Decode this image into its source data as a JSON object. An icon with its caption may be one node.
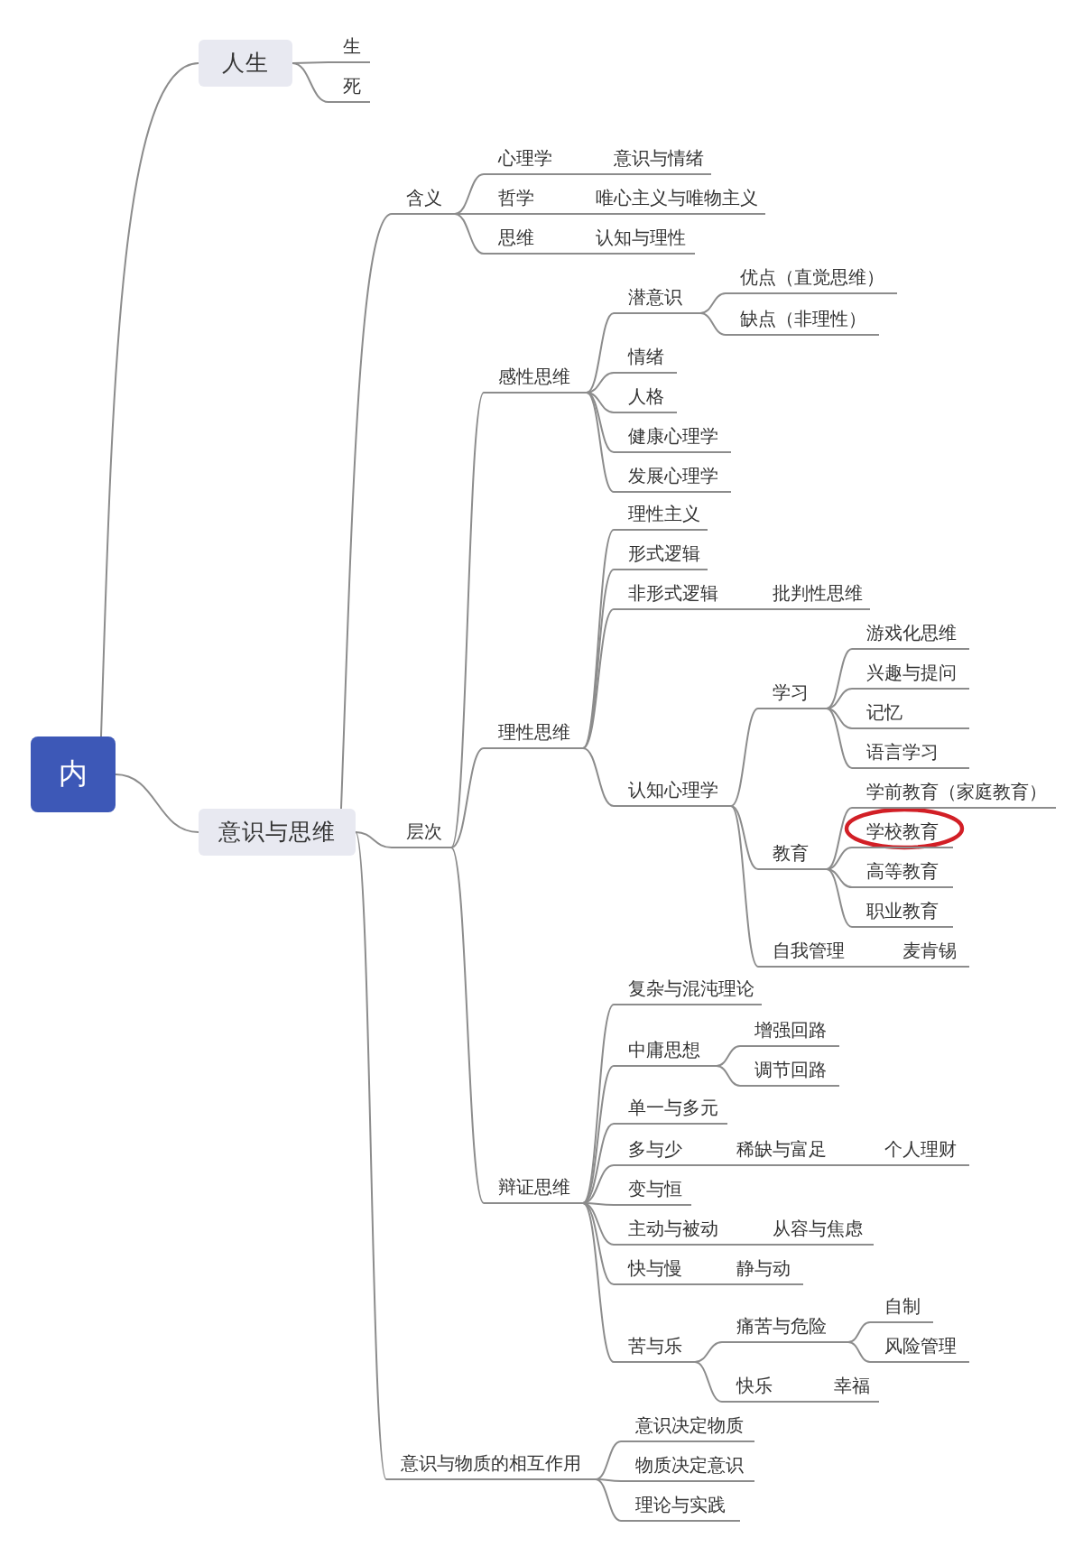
{
  "diagram": {
    "nodes": [
      {
        "text": [
          "内"
        ]
      },
      {
        "text": [
          "人生"
        ]
      },
      {
        "text": [
          "生"
        ]
      },
      {
        "text": [
          "死"
        ]
      },
      {
        "text": [
          "意识与思维"
        ]
      },
      {
        "text": [
          "含义"
        ]
      },
      {
        "text": [
          "心理学"
        ]
      },
      {
        "text": [
          "意识与情绪"
        ]
      },
      {
        "text": [
          "哲学"
        ]
      },
      {
        "text": [
          "唯心主义与唯物主义"
        ]
      },
      {
        "text": [
          "思维"
        ]
      },
      {
        "text": [
          "认知与理性"
        ]
      },
      {
        "text": [
          "层次"
        ]
      },
      {
        "text": [
          "感性思维"
        ]
      },
      {
        "text": [
          "潜意识"
        ]
      },
      {
        "text": [
          "优点（直觉思维）"
        ]
      },
      {
        "text": [
          "缺点（非理性）"
        ]
      },
      {
        "text": [
          "情绪"
        ]
      },
      {
        "text": [
          "人格"
        ]
      },
      {
        "text": [
          "健康心理学"
        ]
      },
      {
        "text": [
          "发展心理学"
        ]
      },
      {
        "text": [
          "理性思维"
        ]
      },
      {
        "text": [
          "理性主义"
        ]
      },
      {
        "text": [
          "形式逻辑"
        ]
      },
      {
        "text": [
          "非形式逻辑"
        ]
      },
      {
        "text": [
          "批判性思维"
        ]
      },
      {
        "text": [
          "认知心理学"
        ]
      },
      {
        "text": [
          "学习"
        ]
      },
      {
        "text": [
          "游戏化思维"
        ]
      },
      {
        "text": [
          "兴趣与提问"
        ]
      },
      {
        "text": [
          "记忆"
        ]
      },
      {
        "text": [
          "语言学习"
        ]
      },
      {
        "text": [
          "教育"
        ]
      },
      {
        "text": [
          "学前教育（家庭教育）"
        ]
      },
      {
        "text": [
          "学校教育"
        ]
      },
      {
        "text": [
          "高等教育"
        ]
      },
      {
        "text": [
          "职业教育"
        ]
      },
      {
        "text": [
          "自我管理"
        ]
      },
      {
        "text": [
          "麦肯锡"
        ]
      },
      {
        "text": [
          "辩证思维"
        ]
      },
      {
        "text": [
          "复杂与混沌理论"
        ]
      },
      {
        "text": [
          "中庸思想"
        ]
      },
      {
        "text": [
          "增强回路"
        ]
      },
      {
        "text": [
          "调节回路"
        ]
      },
      {
        "text": [
          "单一与多元"
        ]
      },
      {
        "text": [
          "多与少"
        ]
      },
      {
        "text": [
          "稀缺与富足"
        ]
      },
      {
        "text": [
          "个人理财"
        ]
      },
      {
        "text": [
          "变与恒"
        ]
      },
      {
        "text": [
          "主动与被动"
        ]
      },
      {
        "text": [
          "从容与焦虑"
        ]
      },
      {
        "text": [
          "快与慢"
        ]
      },
      {
        "text": [
          "静与动"
        ]
      },
      {
        "text": [
          "苦与乐"
        ]
      },
      {
        "text": [
          "痛苦与危险"
        ]
      },
      {
        "text": [
          "自制"
        ]
      },
      {
        "text": [
          "风险管理"
        ]
      },
      {
        "text": [
          "快乐"
        ]
      },
      {
        "text": [
          "幸福"
        ]
      },
      {
        "text": [
          "意识与物质的相互作用"
        ]
      },
      {
        "text": [
          "意识决定物质"
        ]
      },
      {
        "text": [
          "物质决定意识"
        ]
      },
      {
        "text": [
          "理论与实践"
        ]
      }
    ],
    "edges": [
      {
        "from": 0,
        "to": 1,
        "arrow": "none"
      },
      {
        "from": 0,
        "to": 4,
        "arrow": "none"
      },
      {
        "from": 1,
        "to": 2,
        "arrow": "none"
      },
      {
        "from": 1,
        "to": 3,
        "arrow": "none"
      },
      {
        "from": 4,
        "to": 5,
        "arrow": "none"
      },
      {
        "from": 4,
        "to": 12,
        "arrow": "none"
      },
      {
        "from": 4,
        "to": 59,
        "arrow": "none"
      },
      {
        "from": 5,
        "to": 6,
        "arrow": "none"
      },
      {
        "from": 5,
        "to": 8,
        "arrow": "none"
      },
      {
        "from": 5,
        "to": 10,
        "arrow": "none"
      },
      {
        "from": 6,
        "to": 7,
        "arrow": "none"
      },
      {
        "from": 8,
        "to": 9,
        "arrow": "none"
      },
      {
        "from": 10,
        "to": 11,
        "arrow": "none"
      },
      {
        "from": 12,
        "to": 13,
        "arrow": "none"
      },
      {
        "from": 12,
        "to": 21,
        "arrow": "none"
      },
      {
        "from": 12,
        "to": 39,
        "arrow": "none"
      },
      {
        "from": 13,
        "to": 14,
        "arrow": "none"
      },
      {
        "from": 13,
        "to": 17,
        "arrow": "none"
      },
      {
        "from": 13,
        "to": 18,
        "arrow": "none"
      },
      {
        "from": 13,
        "to": 19,
        "arrow": "none"
      },
      {
        "from": 13,
        "to": 20,
        "arrow": "none"
      },
      {
        "from": 14,
        "to": 15,
        "arrow": "none"
      },
      {
        "from": 14,
        "to": 16,
        "arrow": "none"
      },
      {
        "from": 21,
        "to": 22,
        "arrow": "none"
      },
      {
        "from": 21,
        "to": 23,
        "arrow": "none"
      },
      {
        "from": 21,
        "to": 24,
        "arrow": "none"
      },
      {
        "from": 21,
        "to": 26,
        "arrow": "none"
      },
      {
        "from": 24,
        "to": 25,
        "arrow": "none"
      },
      {
        "from": 26,
        "to": 27,
        "arrow": "none"
      },
      {
        "from": 26,
        "to": 32,
        "arrow": "none"
      },
      {
        "from": 26,
        "to": 37,
        "arrow": "none"
      },
      {
        "from": 27,
        "to": 28,
        "arrow": "none"
      },
      {
        "from": 27,
        "to": 29,
        "arrow": "none"
      },
      {
        "from": 27,
        "to": 30,
        "arrow": "none"
      },
      {
        "from": 27,
        "to": 31,
        "arrow": "none"
      },
      {
        "from": 32,
        "to": 33,
        "arrow": "none"
      },
      {
        "from": 32,
        "to": 34,
        "arrow": "none"
      },
      {
        "from": 32,
        "to": 35,
        "arrow": "none"
      },
      {
        "from": 32,
        "to": 36,
        "arrow": "none"
      },
      {
        "from": 37,
        "to": 38,
        "arrow": "none"
      },
      {
        "from": 39,
        "to": 40,
        "arrow": "none"
      },
      {
        "from": 39,
        "to": 41,
        "arrow": "none"
      },
      {
        "from": 39,
        "to": 44,
        "arrow": "none"
      },
      {
        "from": 39,
        "to": 45,
        "arrow": "none"
      },
      {
        "from": 39,
        "to": 48,
        "arrow": "none"
      },
      {
        "from": 39,
        "to": 49,
        "arrow": "none"
      },
      {
        "from": 39,
        "to": 51,
        "arrow": "none"
      },
      {
        "from": 39,
        "to": 53,
        "arrow": "none"
      },
      {
        "from": 41,
        "to": 42,
        "arrow": "none"
      },
      {
        "from": 41,
        "to": 43,
        "arrow": "none"
      },
      {
        "from": 45,
        "to": 46,
        "arrow": "none"
      },
      {
        "from": 46,
        "to": 47,
        "arrow": "none"
      },
      {
        "from": 49,
        "to": 50,
        "arrow": "none"
      },
      {
        "from": 51,
        "to": 52,
        "arrow": "none"
      },
      {
        "from": 53,
        "to": 54,
        "arrow": "none"
      },
      {
        "from": 53,
        "to": 57,
        "arrow": "none"
      },
      {
        "from": 54,
        "to": 55,
        "arrow": "none"
      },
      {
        "from": 54,
        "to": 56,
        "arrow": "none"
      },
      {
        "from": 57,
        "to": 58,
        "arrow": "none"
      },
      {
        "from": 59,
        "to": 60,
        "arrow": "none"
      },
      {
        "from": 59,
        "to": 61,
        "arrow": "none"
      },
      {
        "from": 59,
        "to": 62,
        "arrow": "none"
      }
    ]
  }
}
